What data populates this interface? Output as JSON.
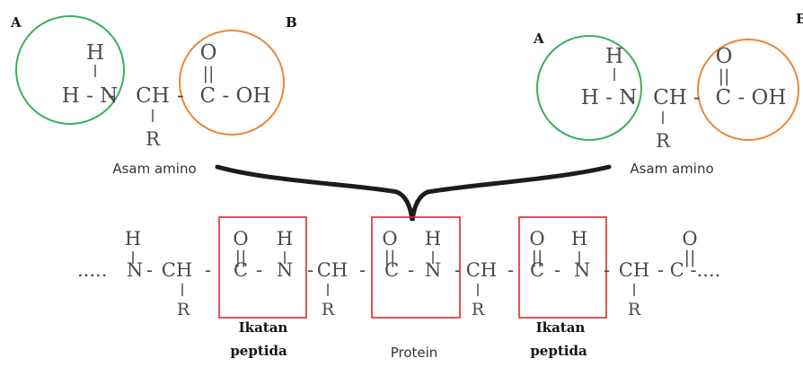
{
  "labels": {
    "group_amino": "A",
    "group_carboxyl": "B",
    "amino_acid": "Asam amino",
    "peptide_bond": "Ikatan",
    "peptide_bond_2": "peptida",
    "protein": "Protein"
  },
  "monomer": {
    "h_top": "H",
    "amine": "H - N",
    "ch": "CH",
    "o_top": "O",
    "carboxyl": "C - OH",
    "r": "R",
    "bond_double": "||",
    "bond_single": "|"
  },
  "chain": {
    "start_dots": ".....",
    "end_dots": "- C -....",
    "n": "N",
    "ch": "CH",
    "c": "C",
    "h": "H",
    "o": "O",
    "r": "R",
    "dash": "-",
    "bond_double": "||",
    "bond_single": "|"
  },
  "colors": {
    "amino_circle": "#3aae5e",
    "carboxyl_circle": "#e8883a",
    "peptide_box": "#d92b2b",
    "brace": "#1c1c1c"
  }
}
